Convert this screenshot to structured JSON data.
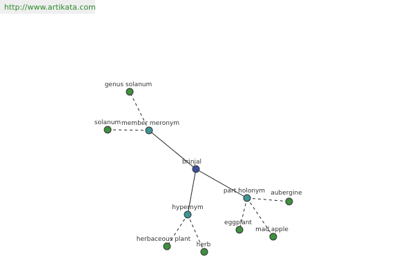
{
  "url": "http://www.artikata.com",
  "colors": {
    "central_node": "#3b4fa0",
    "relation_node": "#3f9494",
    "leaf_node": "#3f8f3f",
    "edge": "#222222"
  },
  "nodes": {
    "brinjal": "brinjal",
    "member_meronym": "member meronym",
    "genus_solanum": "genus solanum",
    "solanum": "solanum",
    "part_holonym": "part holonym",
    "aubergine": "aubergine",
    "eggplant": "eggplant",
    "mad_apple": "mad apple",
    "hypernym": "hypernym",
    "herbaceous_plant": "herbaceous plant",
    "herb": "herb"
  }
}
